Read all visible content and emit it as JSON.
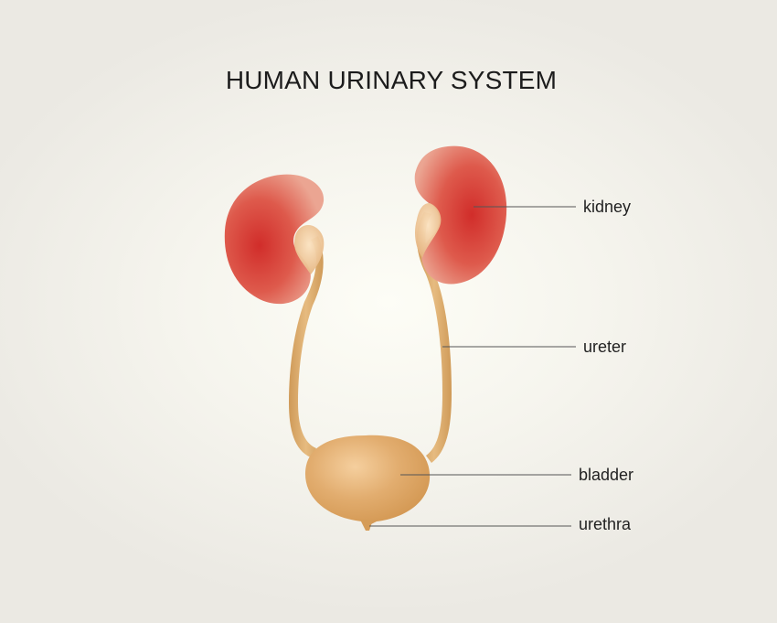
{
  "title": "HUMAN URINARY SYSTEM",
  "labels": {
    "kidney": "kidney",
    "ureter": "ureter",
    "bladder": "bladder",
    "urethra": "urethra"
  },
  "colors": {
    "kidney": "#d9473c",
    "ureter": "#d9aa6a",
    "bladder": "#dba66a",
    "leader_line": "#555555",
    "text": "#222222"
  }
}
